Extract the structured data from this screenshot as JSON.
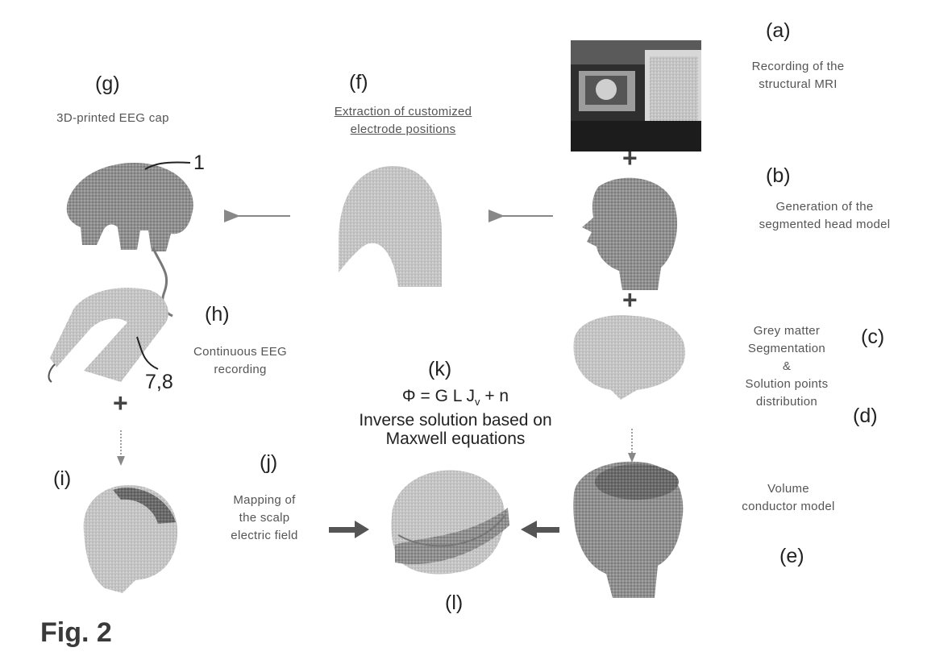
{
  "labels": {
    "a": "(a)",
    "b": "(b)",
    "c": "(c)",
    "d": "(d)",
    "e": "(e)",
    "f": "(f)",
    "g": "(g)",
    "h": "(h)",
    "i": "(i)",
    "j": "(j)",
    "k": "(k)",
    "l": "(l)"
  },
  "captions": {
    "a": [
      "Recording of the",
      "structural MRI"
    ],
    "b": [
      "Generation of the",
      "segmented head model"
    ],
    "c": [
      "Grey matter",
      "Segmentation",
      "&",
      "Solution points",
      "distribution"
    ],
    "e": [
      "Volume",
      "conductor model"
    ],
    "f": [
      "Extraction of customized",
      "electrode positions"
    ],
    "g": "3D-printed EEG cap",
    "h": [
      "Continuous EEG",
      "recording"
    ],
    "j": [
      "Mapping of",
      "the scalp",
      "electric field"
    ]
  },
  "equation": {
    "formula_main": "Φ = G L J",
    "formula_sub": "v",
    "formula_tail": " + n",
    "line2": "Inverse solution based on",
    "line3": "Maxwell equations"
  },
  "reference_numerals": {
    "cap": "1",
    "cable": "7,8"
  },
  "plus_signs": [
    "+",
    "+",
    "+"
  ],
  "figure_label": "Fig. 2"
}
